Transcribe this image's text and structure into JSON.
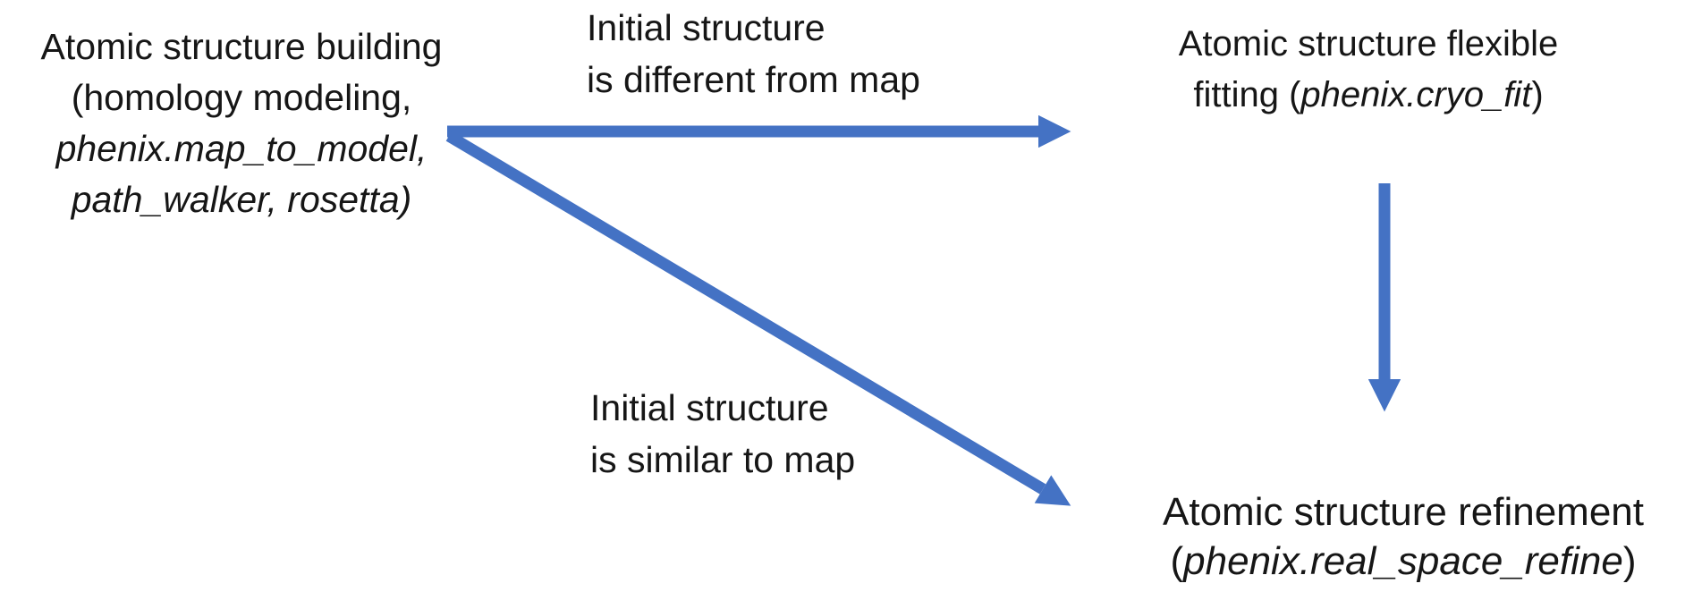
{
  "colors": {
    "arrow": "#4472C4",
    "text": "#161616",
    "background": "#ffffff"
  },
  "nodes": {
    "building": {
      "line1": "Atomic structure building",
      "line2": "(homology modeling,",
      "line3": "phenix.map_to_model,",
      "line4": "path_walker, rosetta)"
    },
    "fitting": {
      "line1": "Atomic structure flexible",
      "line2_prefix": "fitting (",
      "line2_tool": "phenix.cryo_fit",
      "line2_suffix": ")"
    },
    "refinement": {
      "line1": "Atomic structure refinement",
      "line2_prefix": "(",
      "line2_tool": "phenix.real_space_refine",
      "line2_suffix": ")"
    }
  },
  "edge_labels": {
    "different": {
      "line1": "Initial structure",
      "line2": "is different from map"
    },
    "similar": {
      "line1": "Initial structure",
      "line2": "is similar to map"
    }
  }
}
